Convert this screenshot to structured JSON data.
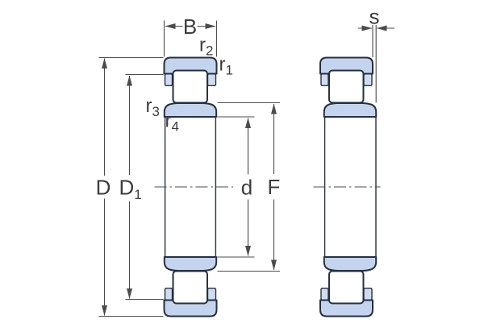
{
  "labels": {
    "B": {
      "base": "B"
    },
    "r1": {
      "base": "r",
      "sub": "1"
    },
    "r2": {
      "base": "r",
      "sub": "2"
    },
    "r3": {
      "base": "r",
      "sub": "3"
    },
    "r4": {
      "base": "r",
      "sub": "4"
    },
    "D": {
      "base": "D"
    },
    "D1": {
      "base": "D",
      "sub": "1"
    },
    "d": {
      "base": "d"
    },
    "F": {
      "base": "F"
    },
    "s": {
      "base": "s"
    }
  },
  "colors": {
    "ring_fill": "#c5d4ee",
    "cage_fill": "#cfdcf2",
    "roller_fill": "#ffffff",
    "outline": "#26313f",
    "dim_line": "#4c4c4c",
    "text": "#3d3d3d",
    "background": "#ffffff"
  }
}
